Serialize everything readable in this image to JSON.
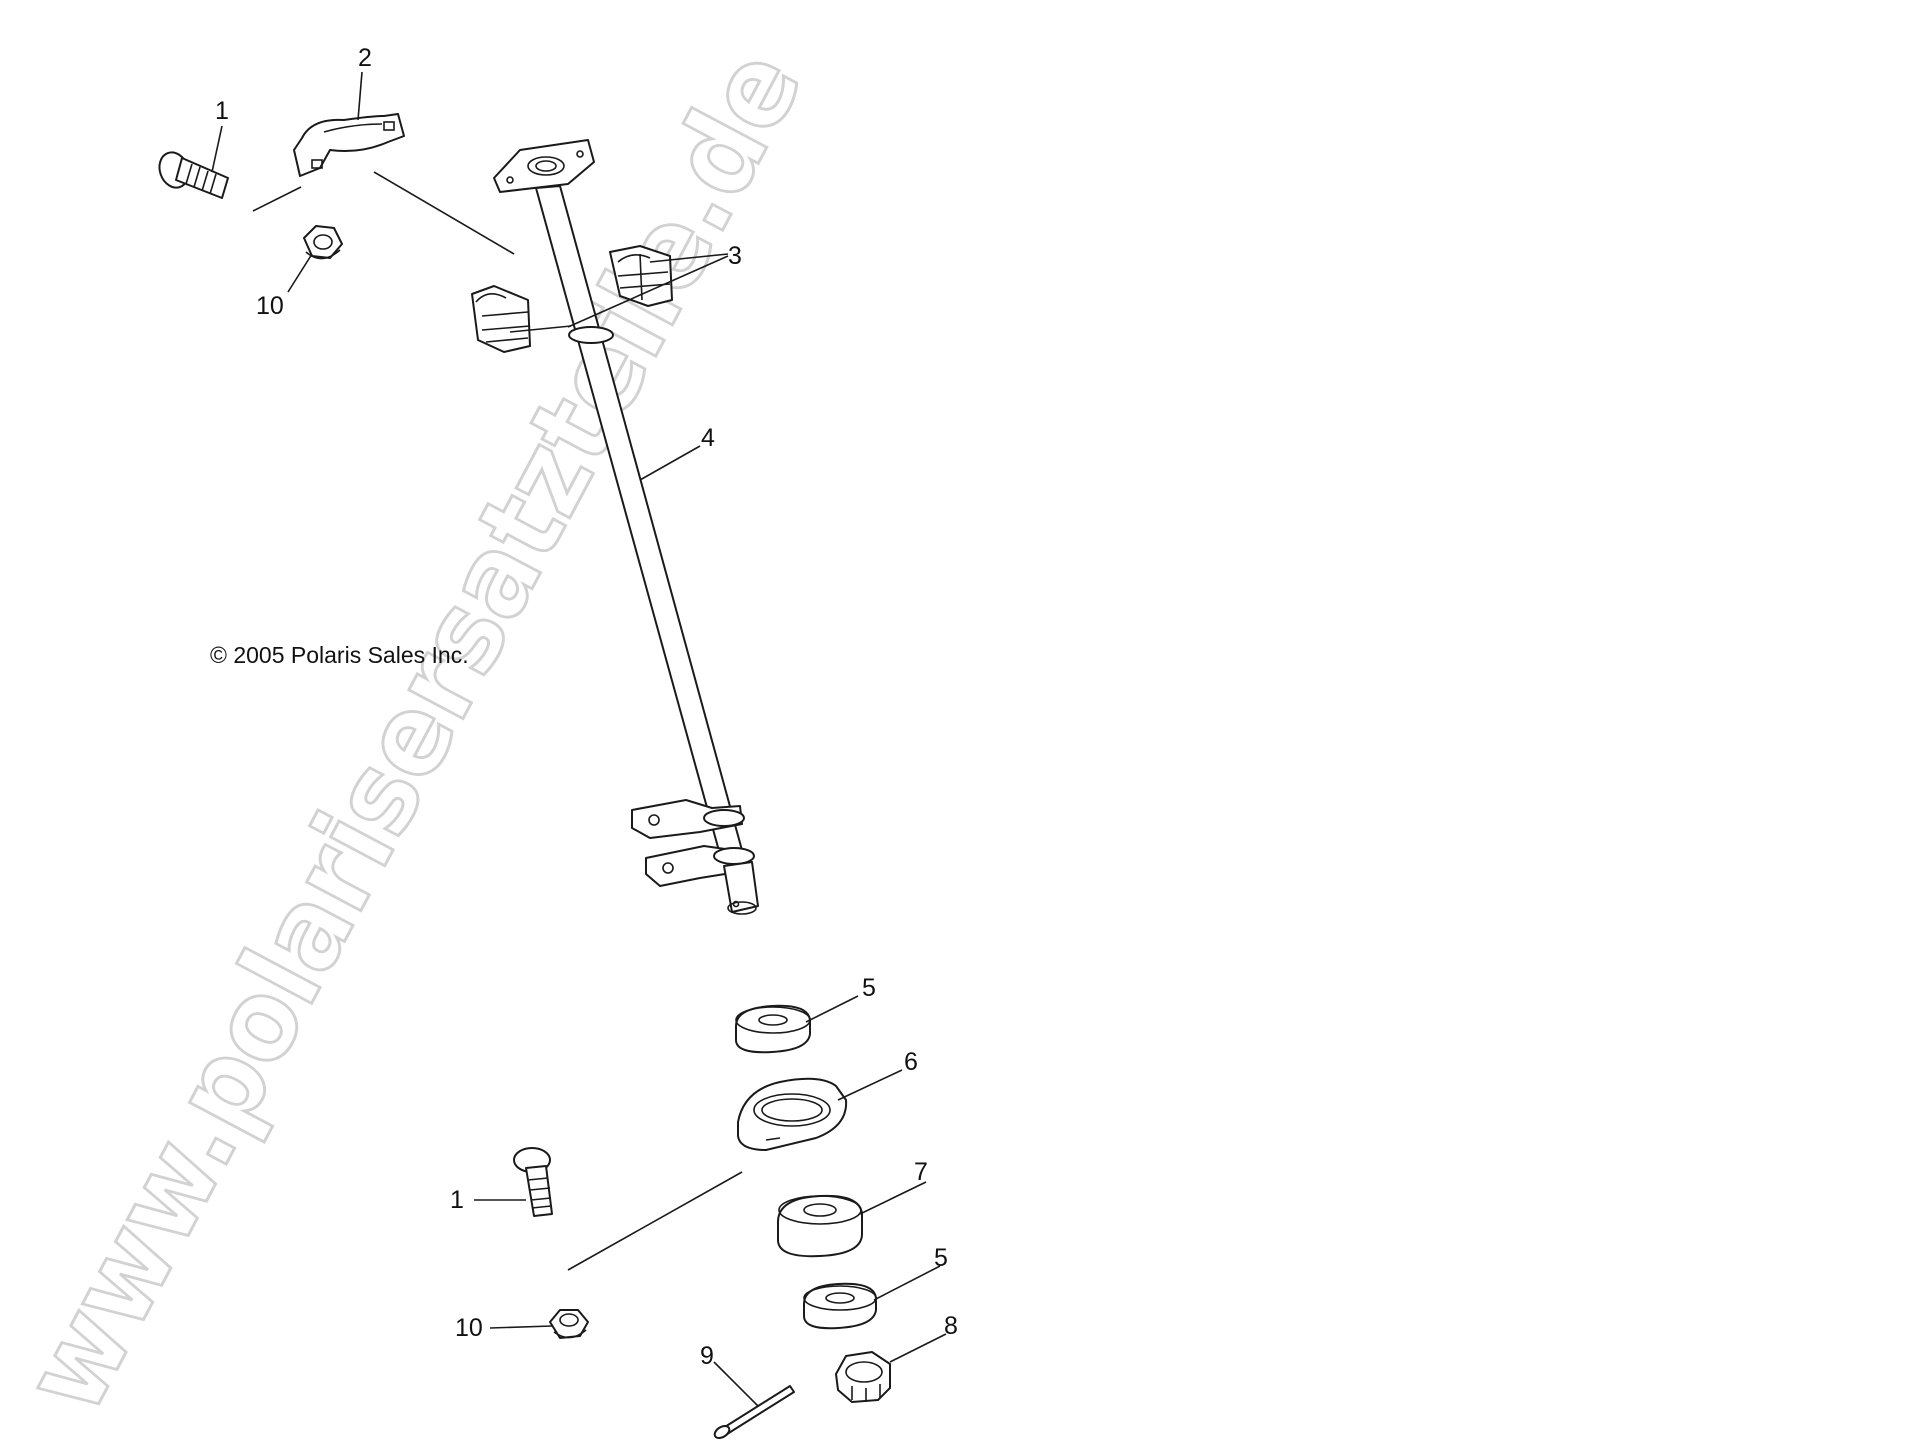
{
  "diagram": {
    "watermark": "www.polarisersatzteile.de",
    "copyright": "© 2005 Polaris Sales Inc.",
    "callouts": [
      {
        "id": "c1a",
        "label": "1"
      },
      {
        "id": "c2",
        "label": "2"
      },
      {
        "id": "c3",
        "label": "3"
      },
      {
        "id": "c4",
        "label": "4"
      },
      {
        "id": "c10a",
        "label": "10"
      },
      {
        "id": "c5a",
        "label": "5"
      },
      {
        "id": "c6",
        "label": "6"
      },
      {
        "id": "c1b",
        "label": "1"
      },
      {
        "id": "c7",
        "label": "7"
      },
      {
        "id": "c5b",
        "label": "5"
      },
      {
        "id": "c10b",
        "label": "10"
      },
      {
        "id": "c8",
        "label": "8"
      },
      {
        "id": "c9",
        "label": "9"
      }
    ]
  }
}
